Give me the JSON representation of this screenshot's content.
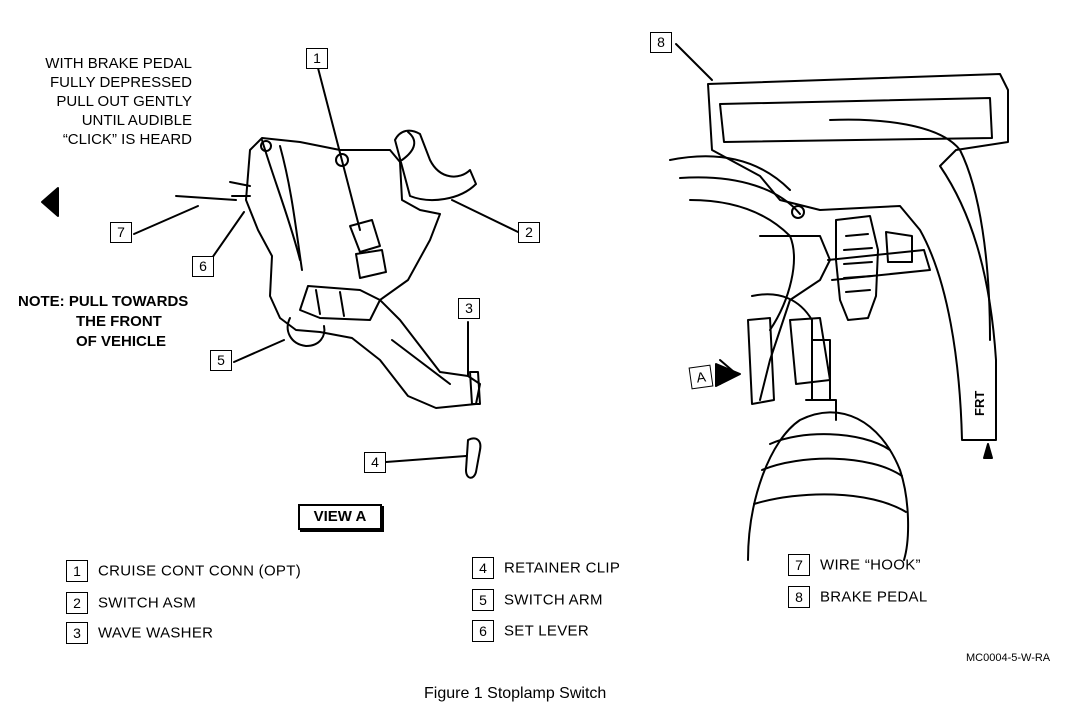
{
  "instruction_lines": [
    "WITH BRAKE PEDAL",
    "FULLY DEPRESSED",
    "PULL OUT GENTLY",
    "UNTIL AUDIBLE",
    "“CLICK” IS HEARD"
  ],
  "note_lines": [
    "NOTE: PULL TOWARDS",
    "THE FRONT",
    "OF VEHICLE"
  ],
  "callouts": [
    "1",
    "2",
    "3",
    "4",
    "5",
    "6",
    "7",
    "8"
  ],
  "view_label": "VIEW A",
  "view_marker": "A",
  "frt_label": "FRT",
  "legend": [
    {
      "num": "1",
      "label": "CRUISE CONT CONN (OPT)"
    },
    {
      "num": "2",
      "label": "SWITCH ASM"
    },
    {
      "num": "3",
      "label": "WAVE WASHER"
    },
    {
      "num": "4",
      "label": "RETAINER CLIP"
    },
    {
      "num": "5",
      "label": "SWITCH ARM"
    },
    {
      "num": "6",
      "label": "SET LEVER"
    },
    {
      "num": "7",
      "label": "WIRE “HOOK”"
    },
    {
      "num": "8",
      "label": "BRAKE PEDAL"
    }
  ],
  "figure_code": "MC0004-5-W-RA",
  "caption": "Figure 1 Stoplamp Switch",
  "colors": {
    "ink": "#000000",
    "paper": "#ffffff"
  }
}
